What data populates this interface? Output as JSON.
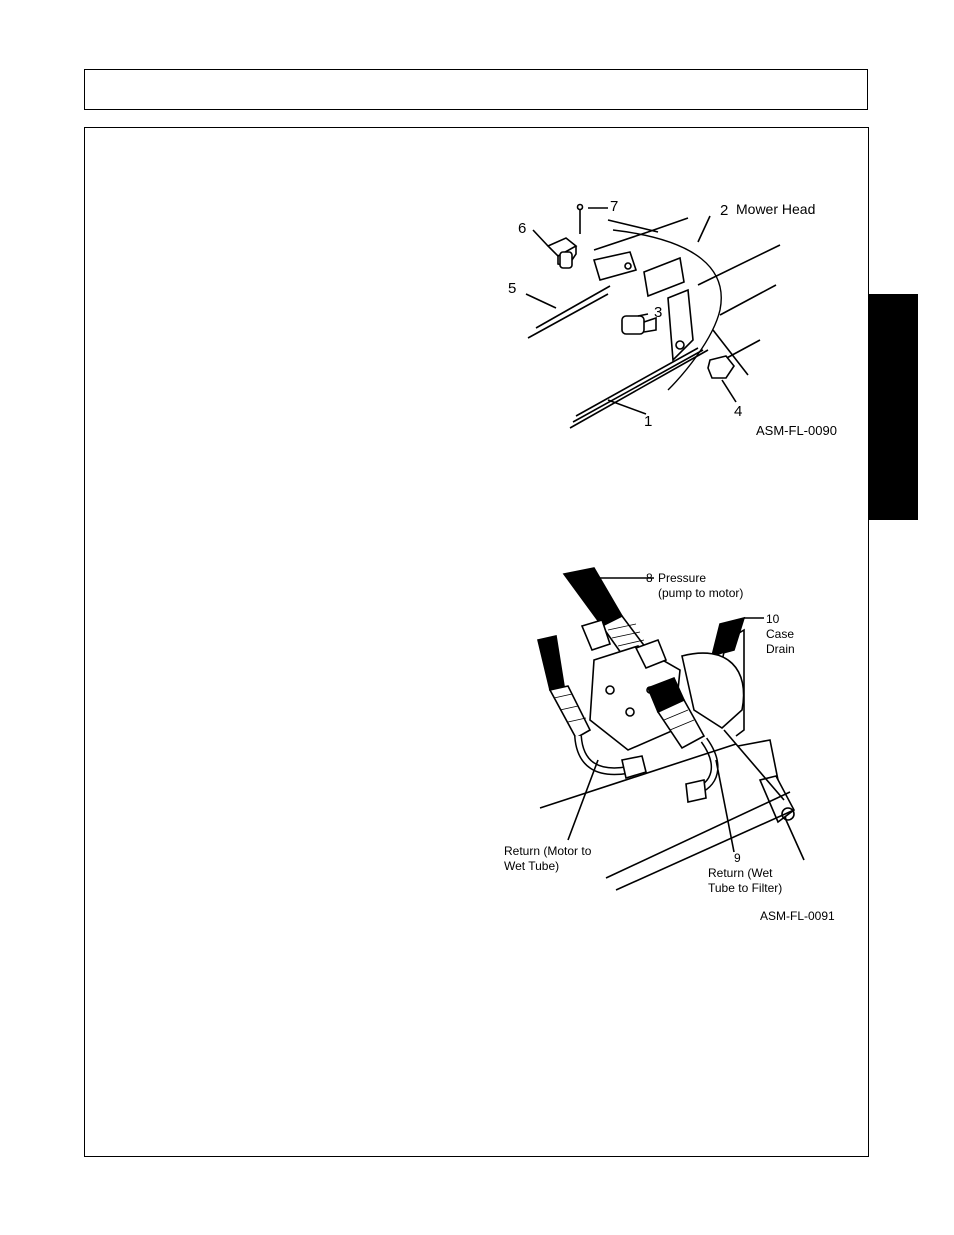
{
  "figure1": {
    "callouts": {
      "n1": "1",
      "n2": "2",
      "n3": "3",
      "n4": "4",
      "n5": "5",
      "n6": "6",
      "n7": "7"
    },
    "mower_head_label": "Mower Head",
    "figure_id": "ASM-FL-0090"
  },
  "figure2": {
    "callouts": {
      "n8": "8",
      "n9": "9",
      "n10": "10"
    },
    "pressure_line1": "Pressure",
    "pressure_line2": "(pump to motor)",
    "case_line1": "Case",
    "case_line2": "Drain",
    "return_motor_line1": "Return (Motor to",
    "return_motor_line2": "Wet Tube)",
    "return_wet_line1": "Return (Wet",
    "return_wet_line2": "Tube to Filter)",
    "figure_id": "ASM-FL-0091"
  }
}
